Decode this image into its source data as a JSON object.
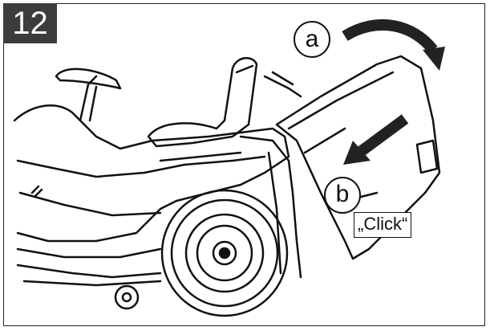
{
  "step": {
    "number": "12"
  },
  "callouts": {
    "a": "a",
    "b": "b"
  },
  "click_label": "„Click“",
  "colors": {
    "badge": "#3c3c3c",
    "ink": "#111111",
    "arrow": "#222222"
  },
  "icons": {
    "rotate_arrow": "curved-arrow-clockwise",
    "push_arrow": "straight-arrow-down-left"
  }
}
